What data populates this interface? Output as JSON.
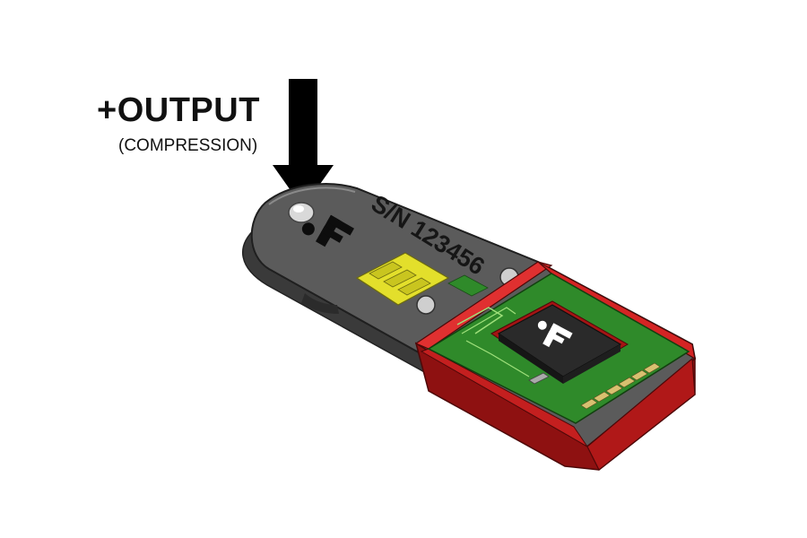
{
  "annotation": {
    "title": "+OUTPUT",
    "subtitle": "(COMPRESSION)"
  },
  "device": {
    "serial_text": "S/N 123456",
    "logo_name": "fi-logo-icon",
    "colors": {
      "body": "#4a4a4a",
      "body_edge": "#888888",
      "cap": "#d42424",
      "cap_dark": "#8e1111",
      "pcb": "#2f8a2a",
      "chip": "#2a2a2a",
      "strain_gauge": "#e3df2b",
      "arrow": "#000000"
    }
  }
}
